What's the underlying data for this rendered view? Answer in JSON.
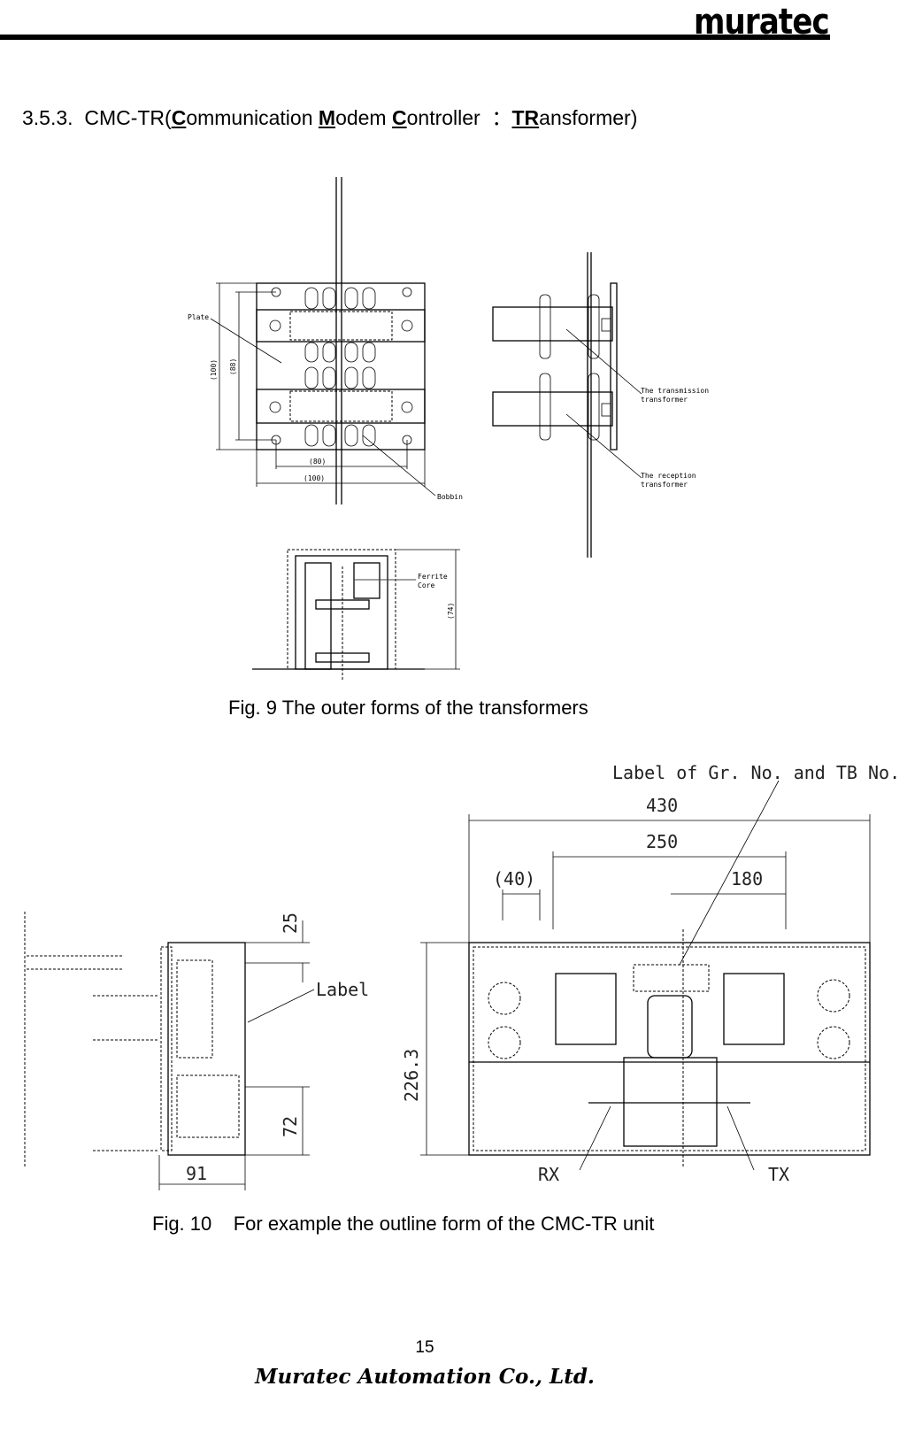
{
  "header": {
    "logo_text": "muratec"
  },
  "section": {
    "number": "3.5.3.",
    "title_parts": [
      {
        "text": "CMC-TR(",
        "emph": false
      },
      {
        "text": "C",
        "emph": true
      },
      {
        "text": "ommunication ",
        "emph": false
      },
      {
        "text": "M",
        "emph": true
      },
      {
        "text": "odem ",
        "emph": false
      },
      {
        "text": "C",
        "emph": true
      },
      {
        "text": "ontroller  ：",
        "emph": false
      },
      {
        "text": "TR",
        "emph": true
      },
      {
        "text": "ansformer)",
        "emph": false
      }
    ]
  },
  "fig9": {
    "caption": "Fig. 9 The outer forms of the transformers",
    "labels": {
      "plate": "Plate",
      "bobbin": "Bobbin",
      "tx_line1": "The transmission",
      "tx_line2": "transformer",
      "rx_line1": "The reception",
      "rx_line2": "transformer",
      "ferrite_line1": "Ferrite",
      "ferrite_line2": "Core"
    },
    "dimensions": {
      "height_outer": "(100)",
      "height_inner": "(88)",
      "width_inner": "(80)",
      "width_outer": "(100)",
      "core_height": "(74)"
    }
  },
  "fig10": {
    "caption": "Fig. 10    For example the outline form of the CMC-TR unit",
    "labels": {
      "label_gr_tb": "Label of Gr. No. and TB No.",
      "label": "Label",
      "rx": "RX",
      "tx": "TX"
    },
    "dimensions": {
      "total_width": "430",
      "mount_pitch": "250",
      "offset": "(40)",
      "right_span": "180",
      "top_margin": "25",
      "height": "226.3",
      "bottom": "72",
      "depth": "91"
    }
  },
  "footer": {
    "page_number": "15",
    "company": "Muratec Automation Co., Ltd."
  }
}
